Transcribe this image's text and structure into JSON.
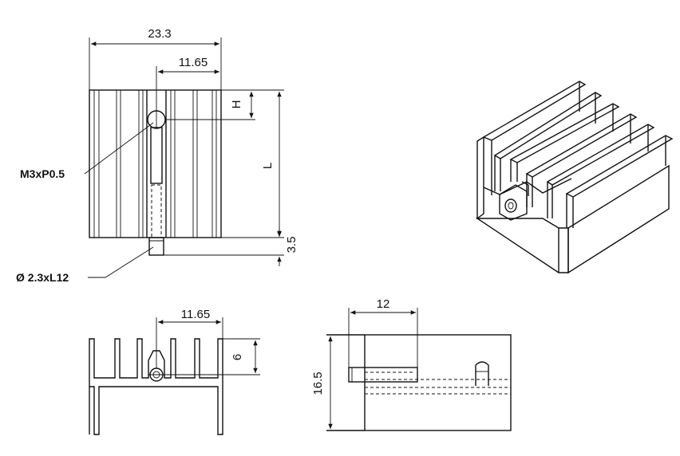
{
  "front_view": {
    "dim_width": "23.3",
    "dim_hole_offset": "11.65",
    "dim_hole_from_top": "H",
    "dim_length": "L",
    "dim_pin_length": "3.5",
    "thread_callout": "M3xP0.5",
    "pin_callout": "Ø 2.3xL12"
  },
  "bottom_view": {
    "dim_hole_offset": "11.65",
    "dim_fin_depth": "6"
  },
  "side_view": {
    "dim_pin_offset": "12",
    "dim_height": "16.5"
  }
}
